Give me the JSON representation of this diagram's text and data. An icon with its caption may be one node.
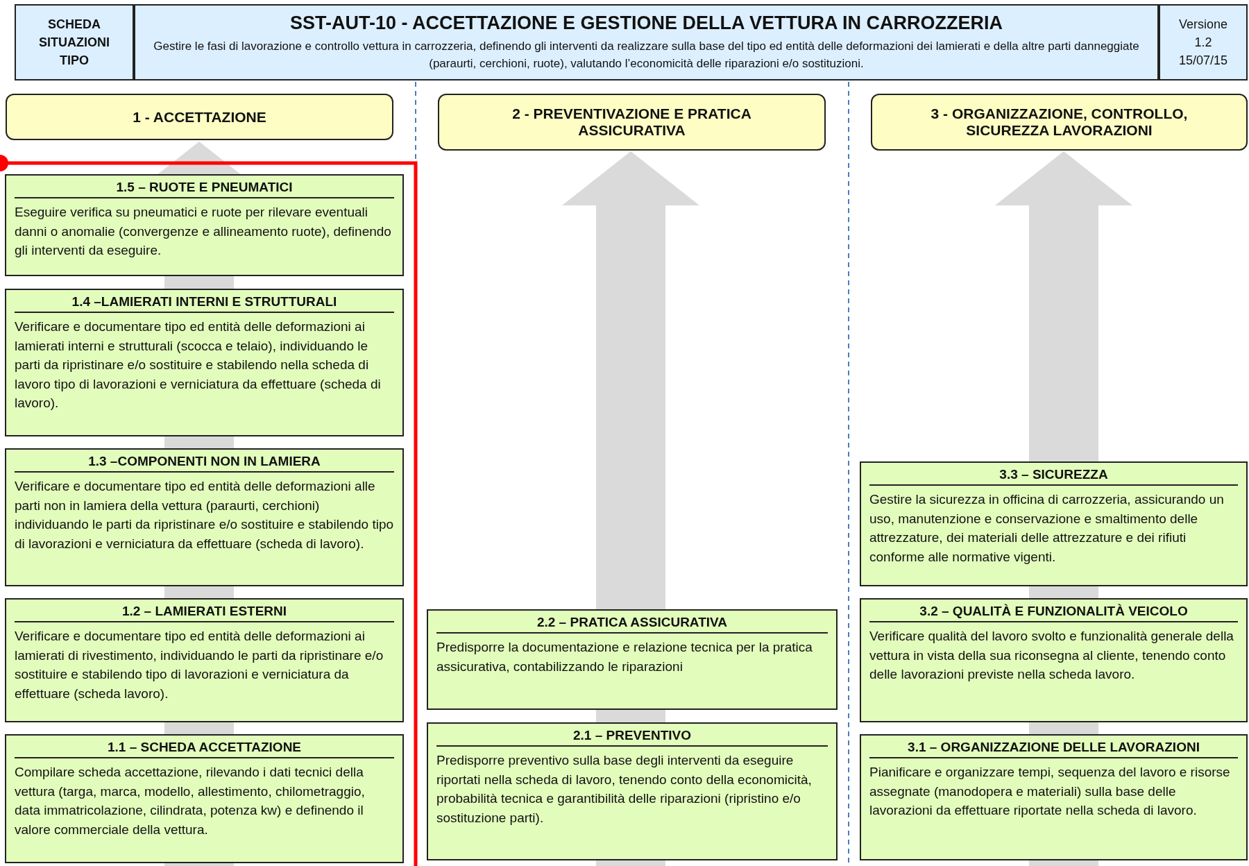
{
  "diagram": {
    "nodes": [
      {
        "text": [
          "SCHEDA SITUAZIONI TIPO"
        ]
      },
      {
        "text": [
          "SST-AUT-10  -  ACCETTAZIONE E GESTIONE DELLA VETTURA IN CARROZZERIA",
          "Gestire le fasi di lavorazione e controllo vettura in carrozzeria, definendo gli interventi da realizzare sulla base del tipo ed entità delle deformazioni dei lamierati e della altre parti danneggiate (paraurti, cerchioni, ruote), valutando l’economicità delle riparazioni e/o sostituzioni."
        ]
      },
      {
        "text": [
          "Versione 1.2 15/07/15"
        ]
      },
      {
        "text": [
          "1 - ACCETTAZIONE"
        ]
      },
      {
        "text": [
          "2 - PREVENTIVAZIONE E PRATICA ASSICURATIVA"
        ]
      },
      {
        "text": [
          "3 - ORGANIZZAZIONE, CONTROLLO, SICUREZZA LAVORAZIONI"
        ]
      },
      {
        "text": [
          "1.5 – RUOTE E PNEUMATICI",
          "Eseguire verifica su pneumatici e ruote per rilevare eventuali danni o anomalie (convergenze e allineamento ruote), definendo gli interventi da eseguire."
        ]
      },
      {
        "text": [
          "1.4 –LAMIERATI INTERNI E STRUTTURALI",
          "Verificare e documentare tipo ed entità delle deformazioni ai lamierati interni e strutturali (scocca e telaio), individuando le parti da ripristinare e/o sostituire e stabilendo nella scheda di lavoro tipo di lavorazioni e verniciatura da effettuare (scheda di lavoro)."
        ]
      },
      {
        "text": [
          "1.3 –COMPONENTI NON IN LAMIERA",
          "Verificare e documentare tipo ed entità delle deformazioni alle parti non in lamiera della vettura (paraurti, cerchioni) individuando le parti da ripristinare e/o sostituire e stabilendo tipo di lavorazioni e verniciatura da effettuare (scheda di lavoro)."
        ]
      },
      {
        "text": [
          "1.2 – LAMIERATI ESTERNI",
          "Verificare e documentare tipo ed entità delle deformazioni ai lamierati di rivestimento, individuando le parti da ripristinare e/o sostituire e stabilendo tipo di lavorazioni e verniciatura da effettuare (scheda lavoro)."
        ]
      },
      {
        "text": [
          "1.1 – SCHEDA ACCETTAZIONE",
          "Compilare scheda accettazione, rilevando i dati tecnici della vettura (targa, marca, modello, allestimento, chilometraggio, data immatricolazione, cilindrata, potenza kw) e definendo il valore commerciale della vettura."
        ]
      },
      {
        "text": [
          "2.2 – PRATICA ASSICURATIVA",
          "Predisporre la documentazione e relazione tecnica per la pratica assicurativa, contabilizzando le riparazioni"
        ]
      },
      {
        "text": [
          "2.1 – PREVENTIVO",
          "Predisporre preventivo sulla base degli interventi da eseguire riportati nella scheda di lavoro, tenendo conto della economicità, probabilità tecnica e garantibilità delle riparazioni (ripristino e/o sostituzione parti)."
        ]
      },
      {
        "text": [
          "3.3 – SICUREZZA",
          "Gestire la sicurezza in officina di carrozzeria, assicurando un uso, manutenzione e conservazione e smaltimento delle attrezzature, dei materiali delle attrezzature e dei rifiuti conforme alle normative vigenti."
        ]
      },
      {
        "text": [
          "3.2 – QUALITÀ E FUNZIONALITÀ VEICOLO",
          "Verificare qualità del lavoro svolto e funzionalità generale della vettura in vista della sua riconsegna al cliente, tenendo conto delle lavorazioni previste nella scheda lavoro."
        ]
      },
      {
        "text": [
          "3.1 – ORGANIZZAZIONE DELLE LAVORAZIONI",
          "Pianificare e organizzare tempi, sequenza del lavoro e risorse assegnate (manodopera e materiali) sulla base delle lavorazioni da effettuare riportate nella scheda di lavoro."
        ]
      }
    ]
  }
}
